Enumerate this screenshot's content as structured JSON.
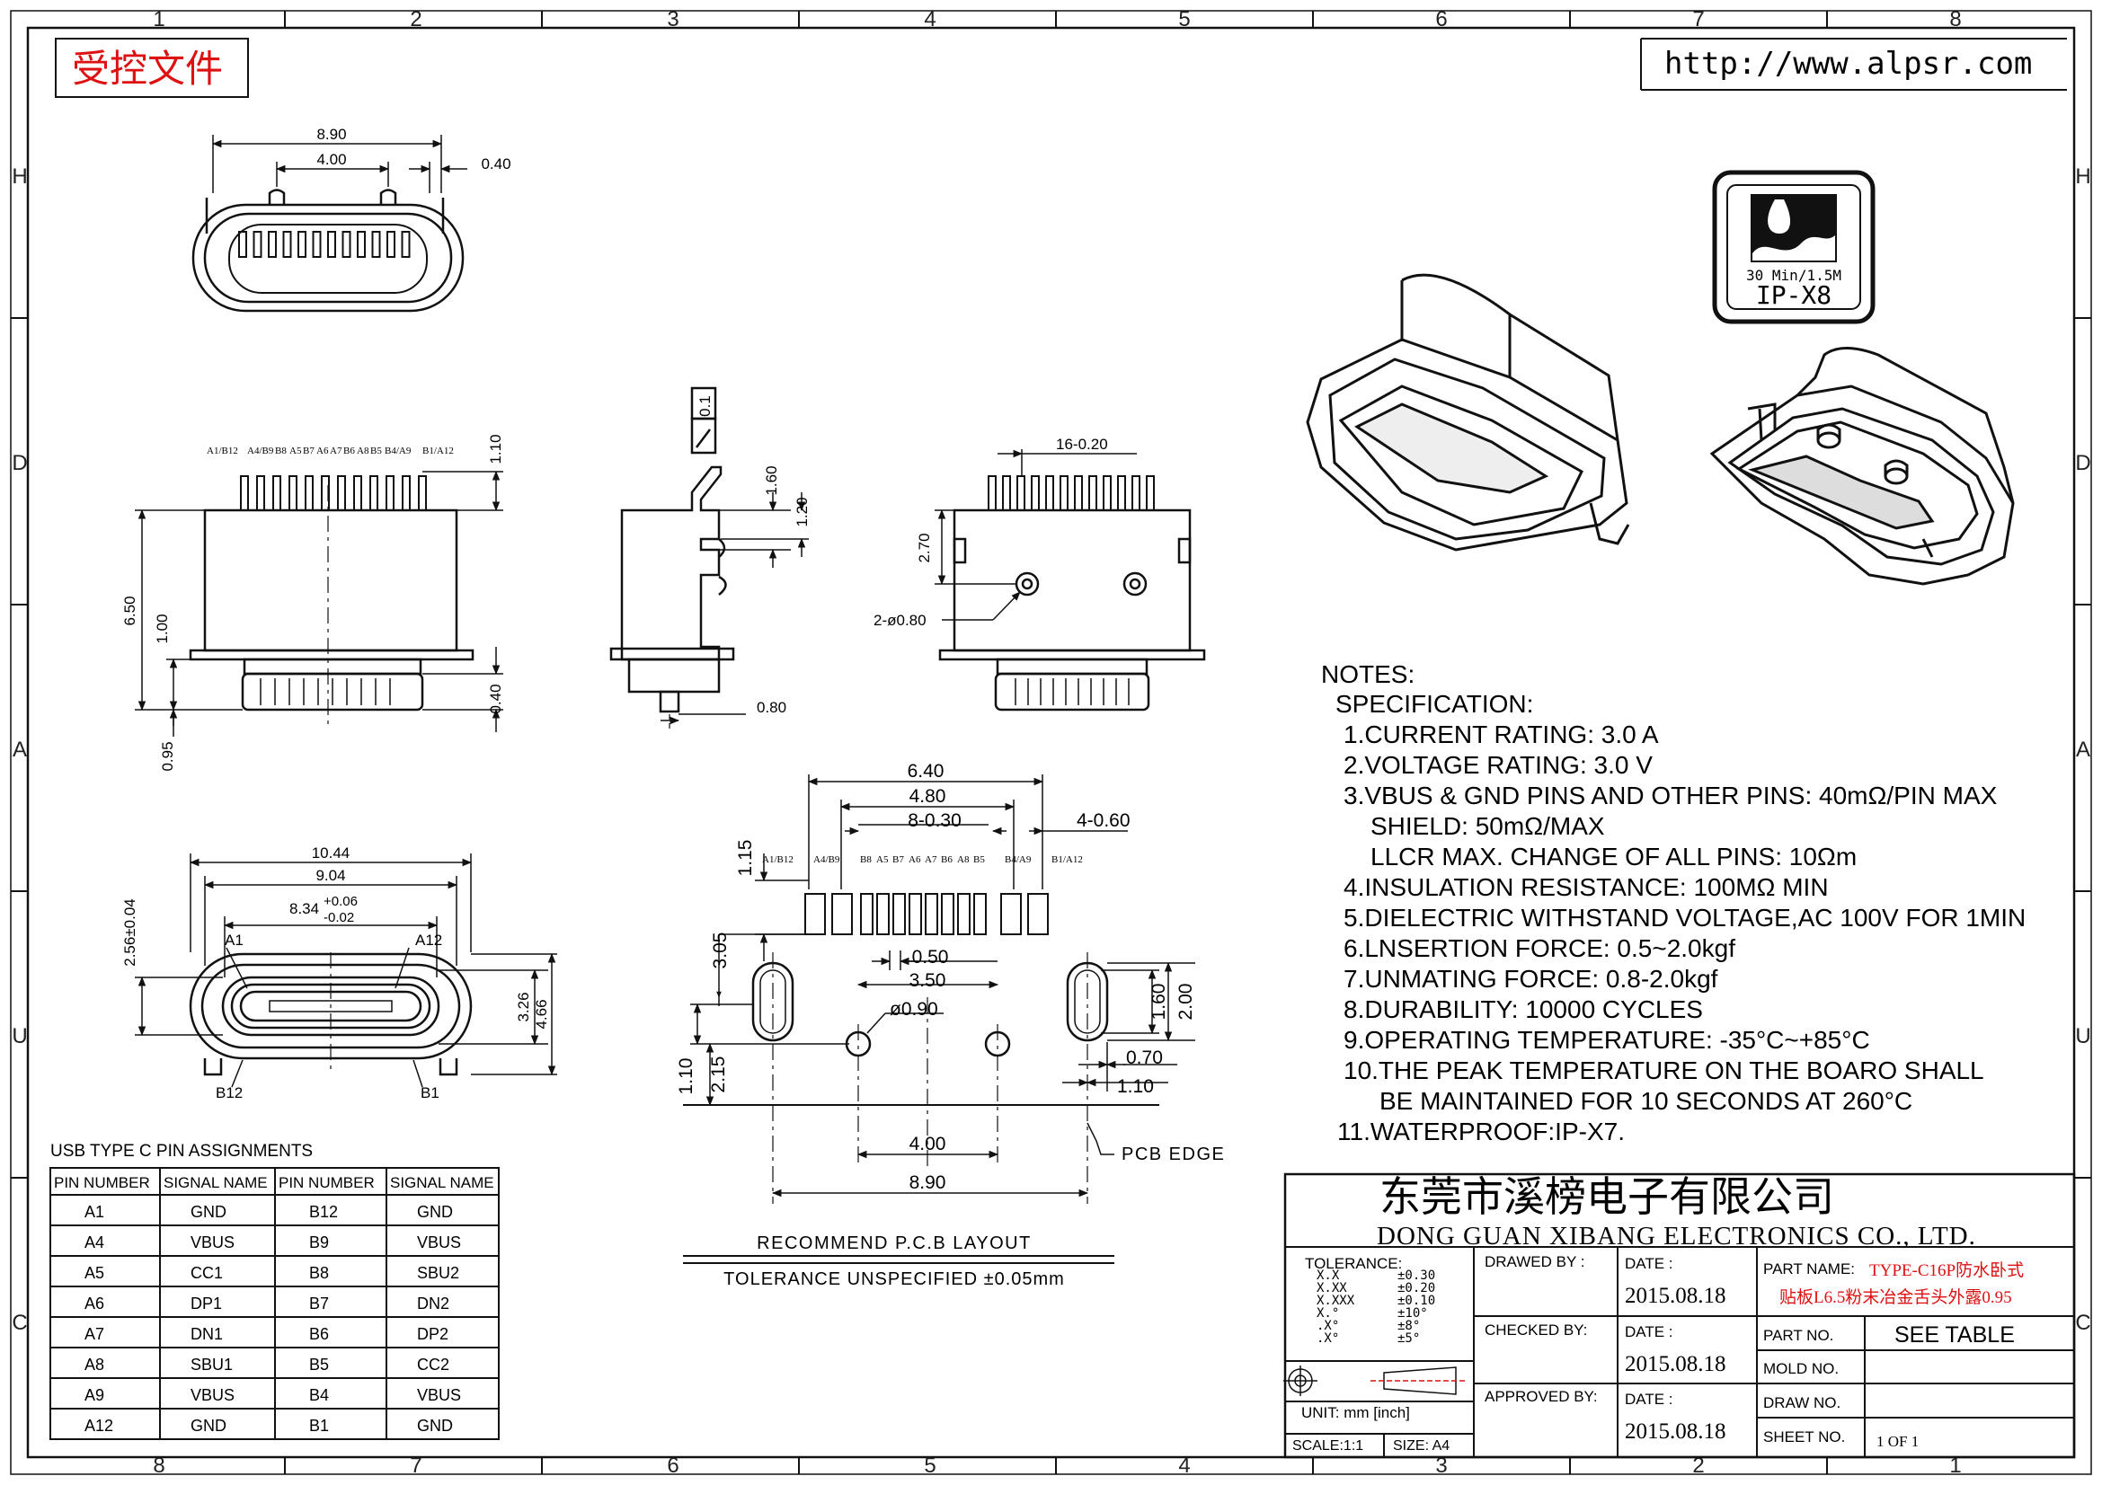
{
  "frame": {
    "cols_top": [
      "1",
      "2",
      "3",
      "4",
      "5",
      "6",
      "7",
      "8"
    ],
    "cols_bottom": [
      "8",
      "7",
      "6",
      "5",
      "4",
      "3",
      "2",
      "1"
    ],
    "rows": [
      "H",
      "D",
      "A",
      "U",
      "C"
    ]
  },
  "header": {
    "controlled_doc": "受控文件",
    "website": "http://www.alpsr.com"
  },
  "badge": {
    "line1": "30 Min/1.5M",
    "line2": "IP-X8"
  },
  "top_view": {
    "width": "8.90",
    "pitch": "4.00",
    "gap": "0.40"
  },
  "pin_row_labels": [
    "A1/B12",
    "A4/B9",
    "B8",
    "A5",
    "B7",
    "A6",
    "A7",
    "B6",
    "A8",
    "B5",
    "B4/A9",
    "B1/A12"
  ],
  "front_view": {
    "h_total": "6.50",
    "h_lower": "1.00",
    "pin_h": "1.10",
    "bottom1": "0.95",
    "bottom2": "0.40"
  },
  "side_view": {
    "box": "0.1",
    "d1": "1.60",
    "d2": "1.20",
    "d3": "0.80"
  },
  "rear_view": {
    "pins": "16-0.20",
    "h": "2.70",
    "holes": "2-ø0.80"
  },
  "mating_face": {
    "w1": "10.44",
    "w2": "9.04",
    "w3_base": "8.34",
    "w3_plus": "+0.06",
    "w3_minus": "-0.02",
    "h1": "2.56±0.04",
    "h2": "3.26",
    "h3": "4.66",
    "a1": "A1",
    "a12": "A12",
    "b12": "B12",
    "b1": "B1"
  },
  "pcb_layout": {
    "w640": "6.40",
    "w480": "4.80",
    "w830": "8-0.30",
    "w460": "4-0.60",
    "h115": "1.15",
    "h305": "3.05",
    "w050": "0.50",
    "w350": "3.50",
    "hole": "ø0.90",
    "h160": "1.60",
    "h200": "2.00",
    "w070": "0.70",
    "w110": "1.10",
    "h110": "1.10",
    "h215": "2.15",
    "w400": "4.00",
    "w890": "8.90",
    "pcb_edge": "PCB EDGE",
    "caption": "RECOMMEND P.C.B LAYOUT",
    "tolerance": "TOLERANCE UNSPECIFIED ±0.05mm"
  },
  "notes": {
    "title": "NOTES:",
    "spec": "SPECIFICATION:",
    "lines": [
      "1.CURRENT RATING: 3.0 A",
      "2.VOLTAGE RATING: 3.0 V",
      "3.VBUS & GND PINS AND OTHER PINS: 40mΩ/PIN MAX",
      "SHIELD: 50mΩ/MAX",
      "LLCR MAX. CHANGE OF ALL PINS: 10Ωm",
      "4.INSULATION RESISTANCE:  100MΩ MIN",
      "5.DIELECTRIC WITHSTAND VOLTAGE,AC 100V FOR 1MIN",
      "6.LNSERTION FORCE: 0.5~2.0kgf",
      "7.UNMATING FORCE: 0.8-2.0kgf",
      "8.DURABILITY: 10000 CYCLES",
      "9.OPERATING TEMPERATURE: -35°C~+85°C",
      "10.THE PEAK TEMPERATURE ON THE BOARO SHALL",
      "BE MAINTAINED FOR 10 SECONDS AT 260°C",
      "11.WATERPROOF:IP-X7."
    ]
  },
  "pin_table": {
    "title": "USB TYPE C PIN ASSIGNMENTS",
    "headers": [
      "PIN NUMBER",
      "SIGNAL NAME",
      "PIN NUMBER",
      "SIGNAL NAME"
    ],
    "rows": [
      [
        "A1",
        "GND",
        "B12",
        "GND"
      ],
      [
        "A4",
        "VBUS",
        "B9",
        "VBUS"
      ],
      [
        "A5",
        "CC1",
        "B8",
        "SBU2"
      ],
      [
        "A6",
        "DP1",
        "B7",
        "DN2"
      ],
      [
        "A7",
        "DN1",
        "B6",
        "DP2"
      ],
      [
        "A8",
        "SBU1",
        "B5",
        "CC2"
      ],
      [
        "A9",
        "VBUS",
        "B4",
        "VBUS"
      ],
      [
        "A12",
        "GND",
        "B1",
        "GND"
      ]
    ]
  },
  "title_block": {
    "company_cn": "东莞市溪榜电子有限公司",
    "company_en": "DONG GUAN XIBANG ELECTRONICS CO., LTD.",
    "tolerance_label": "TOLERANCE:",
    "tol_rows": [
      [
        "X.X",
        "±0.30"
      ],
      [
        "X.XX",
        "±0.20"
      ],
      [
        "X.XXX",
        "±0.10"
      ],
      [
        "X.°",
        "±10°"
      ],
      [
        ".X°",
        "±8°"
      ],
      [
        ".X°",
        "±5°"
      ]
    ],
    "unit": "UNIT:  mm  [inch]",
    "scale": "SCALE:1:1",
    "size": "SIZE:  A4",
    "drawed_by": "DRAWED BY :",
    "checked_by": "CHECKED BY:",
    "approved_by": "APPROVED BY:",
    "date_label": "DATE  :",
    "date": "2015.08.18",
    "part_name_label": "PART NAME:",
    "part_name_1": "TYPE-C16P防水卧式",
    "part_name_2": "贴板L6.5粉末冶金舌头外露0.95",
    "part_no_label": "PART NO.",
    "part_no": "SEE TABLE",
    "mold_no_label": "MOLD NO.",
    "draw_no_label": "DRAW NO.",
    "sheet_no_label": "SHEET NO.",
    "sheet_no": "1 OF 1"
  }
}
